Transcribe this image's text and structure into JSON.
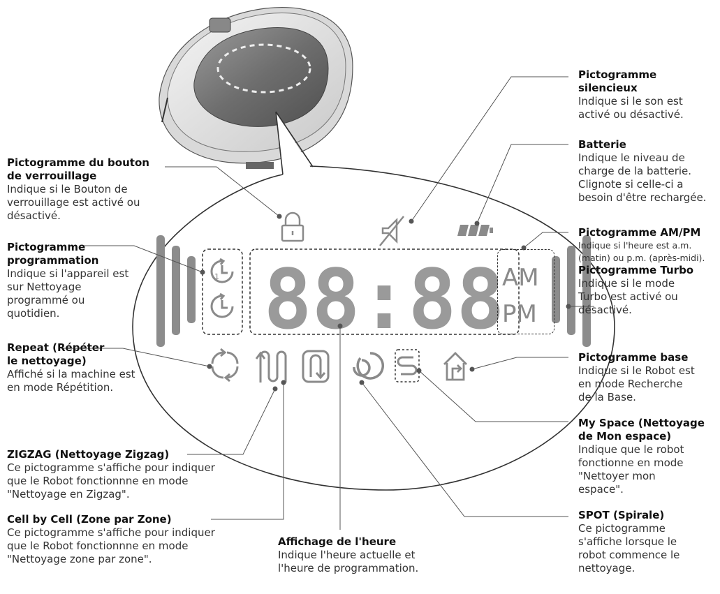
{
  "labels": {
    "lock": {
      "title": "Pictogramme du bouton de verrouillage",
      "desc": "Indique si le Bouton de verrouillage est activé ou désactivé."
    },
    "schedule": {
      "title": "Pictogramme programmation",
      "desc": "Indique si l'appareil est sur Nettoyage programmé ou quotidien."
    },
    "repeat": {
      "title": "Repeat (Répéter le nettoyage)",
      "desc": "Affiché si la machine est en mode Répétition."
    },
    "zigzag": {
      "title": "ZIGZAG (Nettoyage Zigzag)",
      "desc": "Ce pictogramme s'affiche pour indiquer que le Robot fonctionnne en mode \"Nettoyage en Zigzag\"."
    },
    "cell": {
      "title": "Cell by Cell (Zone par Zone)",
      "desc": "Ce pictogramme s'affiche pour indiquer que le Robot fonctionnne en mode \"Nettoyage zone par zone\"."
    },
    "time": {
      "title": "Affichage de l'heure",
      "desc": "Indique l'heure actuelle et l'heure de programmation."
    },
    "mute": {
      "title": "Pictogramme silencieux",
      "desc": "Indique si le son est activé ou désactivé."
    },
    "battery": {
      "title": "Batterie",
      "desc": "Indique le niveau de charge de la batterie. Clignote si celle-ci a besoin d'être rechargée."
    },
    "ampm": {
      "title": "Pictogramme AM/PM",
      "desc": "Indique si l'heure est a.m. (matin) ou p.m. (après-midi)."
    },
    "turbo": {
      "title": "Pictogramme Turbo",
      "desc": "Indique si le mode Turbo est activé ou désactivé."
    },
    "base": {
      "title": "Pictogramme base",
      "desc": "Indique si le Robot est en mode Recherche de la Base."
    },
    "myspace": {
      "title": "My Space (Nettoyage de Mon espace)",
      "desc": "Indique que le robot fonctionne en mode \"Nettoyer mon espace\"."
    },
    "spot": {
      "title": "SPOT (Spirale)",
      "desc": "Ce pictogramme s'affiche lorsque le robot commence le nettoyage."
    }
  },
  "display": {
    "clock": "88:88",
    "am": "AM",
    "pm": "PM",
    "schedule_digit": "1"
  },
  "colors": {
    "icon": "#8a8a8a",
    "bar": "#8c8c8c",
    "leader": "#555555"
  }
}
